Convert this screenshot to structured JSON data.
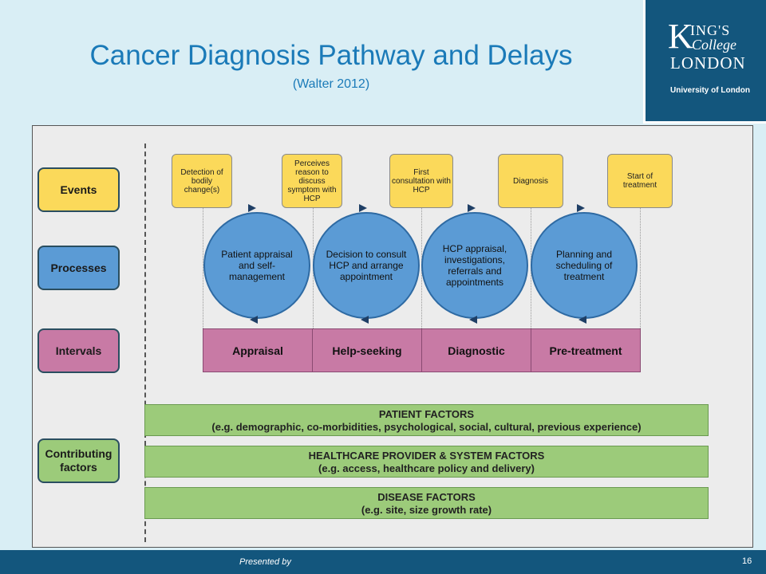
{
  "slide": {
    "title": "Cancer Diagnosis Pathway and Delays",
    "subtitle": "(Walter 2012)",
    "footer_text": "Presented by",
    "page_number": "16"
  },
  "logo": {
    "k": "K",
    "ings": "ING'S",
    "college": "College",
    "london": "LONDON",
    "university": "University of London"
  },
  "diagram": {
    "row_labels": {
      "events": "Events",
      "processes": "Processes",
      "intervals": "Intervals",
      "contributing": "Contributing factors"
    },
    "events": [
      "Detection of bodily change(s)",
      "Perceives reason to discuss symptom with HCP",
      "First consultation with HCP",
      "Diagnosis",
      "Start of treatment"
    ],
    "processes": [
      "Patient appraisal and self-management",
      "Decision to consult HCP and arrange appointment",
      "HCP appraisal, investigations, referrals and appointments",
      "Planning and scheduling of treatment"
    ],
    "intervals": [
      "Appraisal",
      "Help-seeking",
      "Diagnostic",
      "Pre-treatment"
    ],
    "factors": [
      {
        "title": "PATIENT FACTORS",
        "detail": "(e.g. demographic, co-morbidities, psychological, social, cultural, previous experience)"
      },
      {
        "title": "HEALTHCARE PROVIDER & SYSTEM FACTORS",
        "detail": "(e.g. access, healthcare policy and delivery)"
      },
      {
        "title": "DISEASE FACTORS",
        "detail": "(e.g. site, size growth rate)"
      }
    ],
    "colors": {
      "event": "#fbd95a",
      "process": "#5b9bd5",
      "interval": "#c87aa5",
      "factor": "#9ccb7a"
    }
  }
}
